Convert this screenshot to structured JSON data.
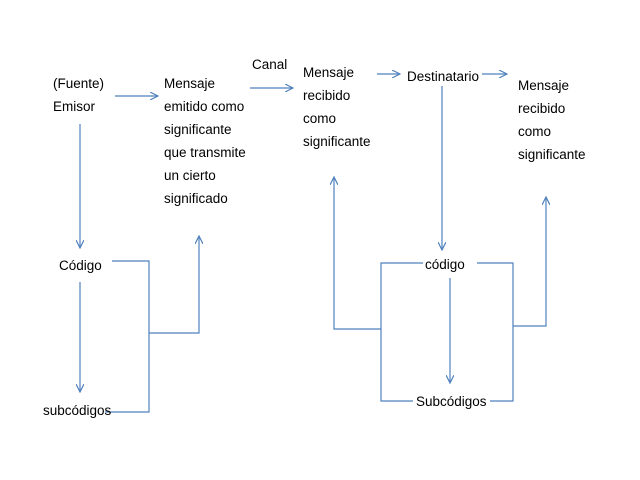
{
  "diagram": {
    "emisor": {
      "line1": "(Fuente)",
      "line2": "Emisor"
    },
    "mensaje_emitido": [
      "Mensaje",
      "emitido como",
      "significante",
      "que transmite",
      "un cierto",
      "significado"
    ],
    "canal": "Canal",
    "mensaje_recibido_1": [
      "Mensaje",
      "recibido",
      "como",
      "significante"
    ],
    "destinatario": "Destinatario",
    "mensaje_recibido_2": [
      "Mensaje",
      "recibido",
      "como",
      "significante"
    ],
    "codigo_left": "Código",
    "subcodigos_left": "subcódigos",
    "codigo_right": "código",
    "subcodigos_right": "Subcódigos"
  },
  "colors": {
    "connector": "#4f81bd",
    "text": "#000000",
    "background": "#ffffff"
  }
}
